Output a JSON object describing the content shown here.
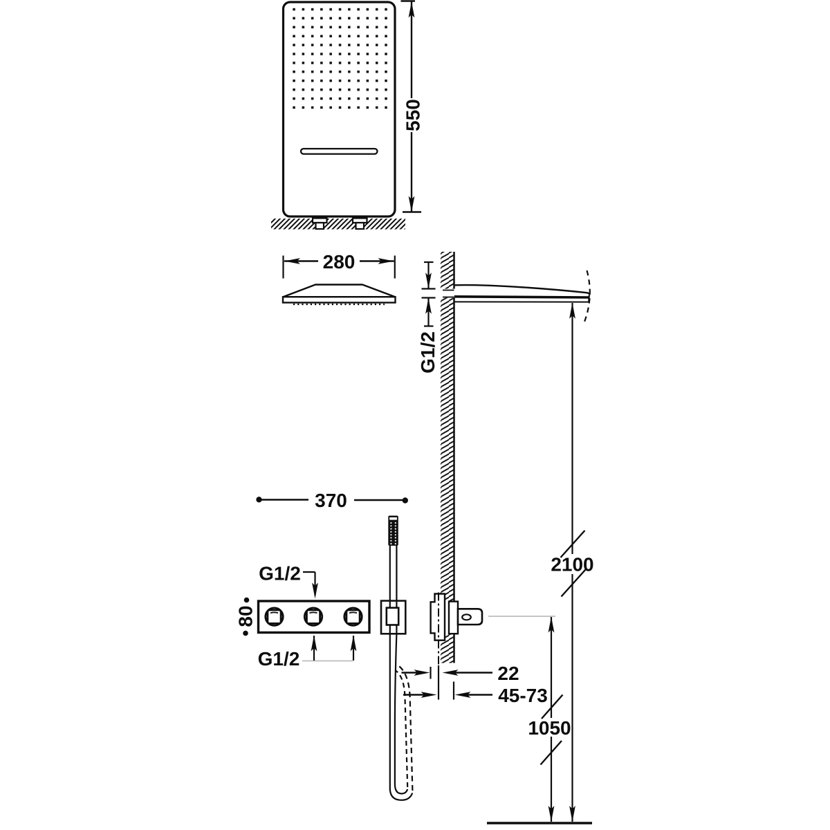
{
  "drawing": {
    "type": "technical installation drawing",
    "subject": "wall-mounted waterfall/rain shower head with thermostatic mixer and hand shower",
    "line_color": "#111111",
    "background_color": "#ffffff",
    "faint_line_color": "#bcbcbc"
  },
  "dimensions": {
    "panel_length": "550",
    "panel_width": "280",
    "wall_thread": "G1/2",
    "mixer_width": "370",
    "mixer_thread_top": "G1/2",
    "mixer_height": "80",
    "mixer_thread_bottom": "G1/2",
    "outlet_offset": "22",
    "wall_depth_range": "45-73",
    "outlet_height": "1050",
    "head_height": "2100"
  }
}
